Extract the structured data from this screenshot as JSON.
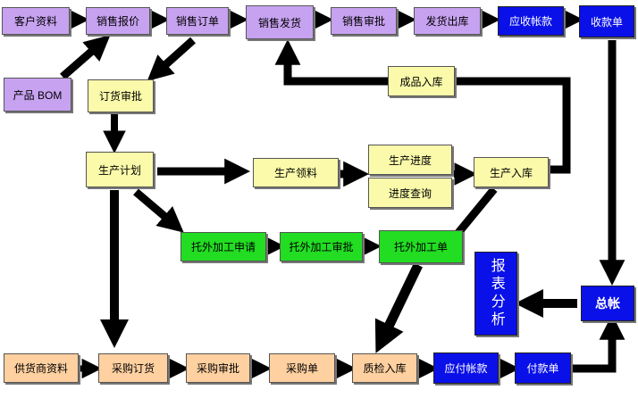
{
  "colors": {
    "arrow": "#000000",
    "purple": "#c7a2f0",
    "yellow": "#fafaaa",
    "green": "#22dd22",
    "peach": "#ffd0a0",
    "blue": "#0a10e8"
  },
  "nodes": {
    "customer_info": "客户资料",
    "sales_quote": "销售报价",
    "sales_order": "销售订单",
    "sales_delivery": "销售发货",
    "sales_review": "销售审批",
    "ship_out": "发货出库",
    "receivables": "应收帐款",
    "receipt": "收款单",
    "product_bom": "产品 BOM",
    "order_review": "订货审批",
    "finished_in": "成品入库",
    "production_plan": "生产计划",
    "material_issue": "生产领料",
    "production_progress": "生产进度",
    "progress_query": "进度查询",
    "production_in": "生产入库",
    "outsource_request": "托外加工申请",
    "outsource_review": "托外加工审批",
    "outsource_order": "托外加工单",
    "report_analysis": "报表分析",
    "general_ledger": "总帐",
    "supplier_info": "供货商资料",
    "purchase_order": "采购订货",
    "purchase_review": "采购审批",
    "purchase_form": "采购单",
    "qc_in": "质检入库",
    "payables": "应付帐款",
    "payment": "付款单"
  }
}
